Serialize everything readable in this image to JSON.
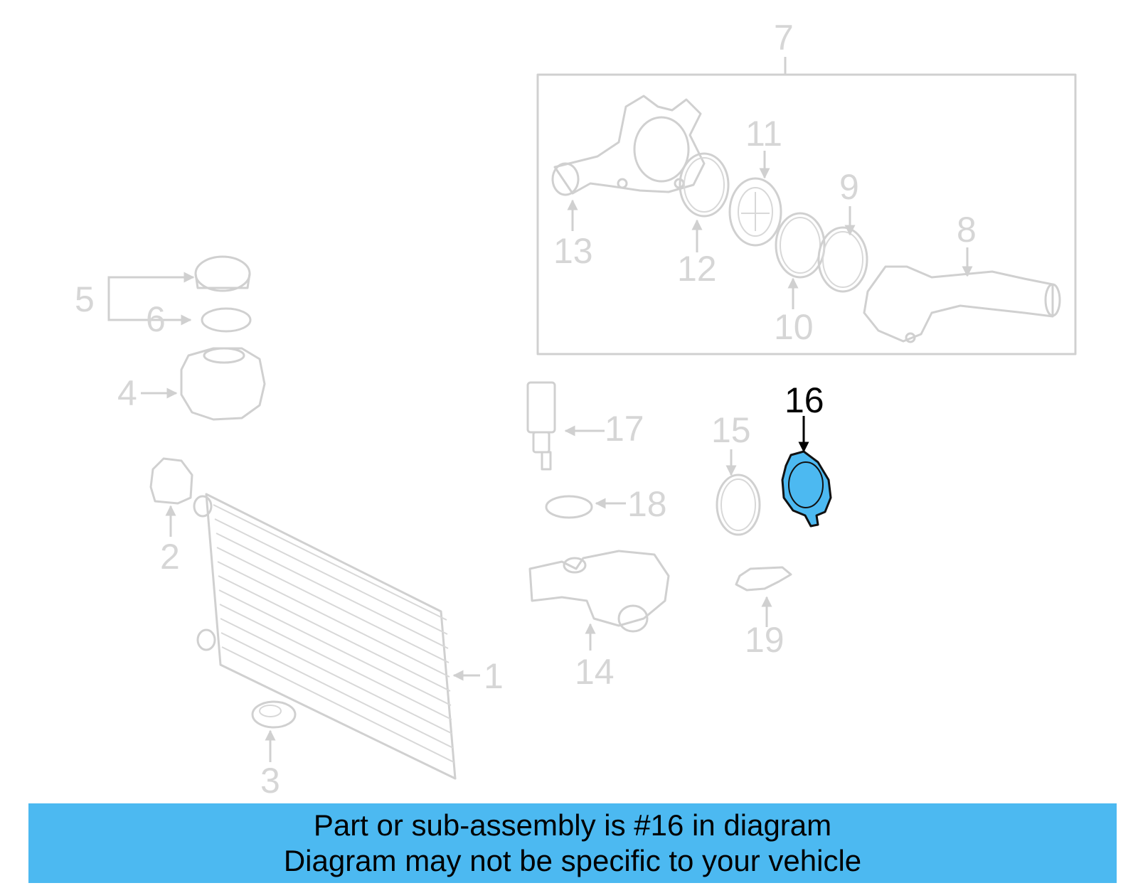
{
  "callouts": {
    "c1": "1",
    "c2": "2",
    "c3": "3",
    "c4": "4",
    "c5": "5",
    "c6": "6",
    "c7": "7",
    "c8": "8",
    "c9": "9",
    "c10": "10",
    "c11": "11",
    "c12": "12",
    "c13": "13",
    "c14": "14",
    "c15": "15",
    "c16": "16",
    "c17": "17",
    "c18": "18",
    "c19": "19"
  },
  "highlighted_part": "16",
  "colors": {
    "highlight": "#4cb9f1",
    "ghost": "#d0d0d0",
    "banner": "#4cb9f1"
  },
  "banner": {
    "line1": "Part or sub-assembly is #16 in diagram",
    "line2": "Diagram may not be specific to your vehicle"
  }
}
